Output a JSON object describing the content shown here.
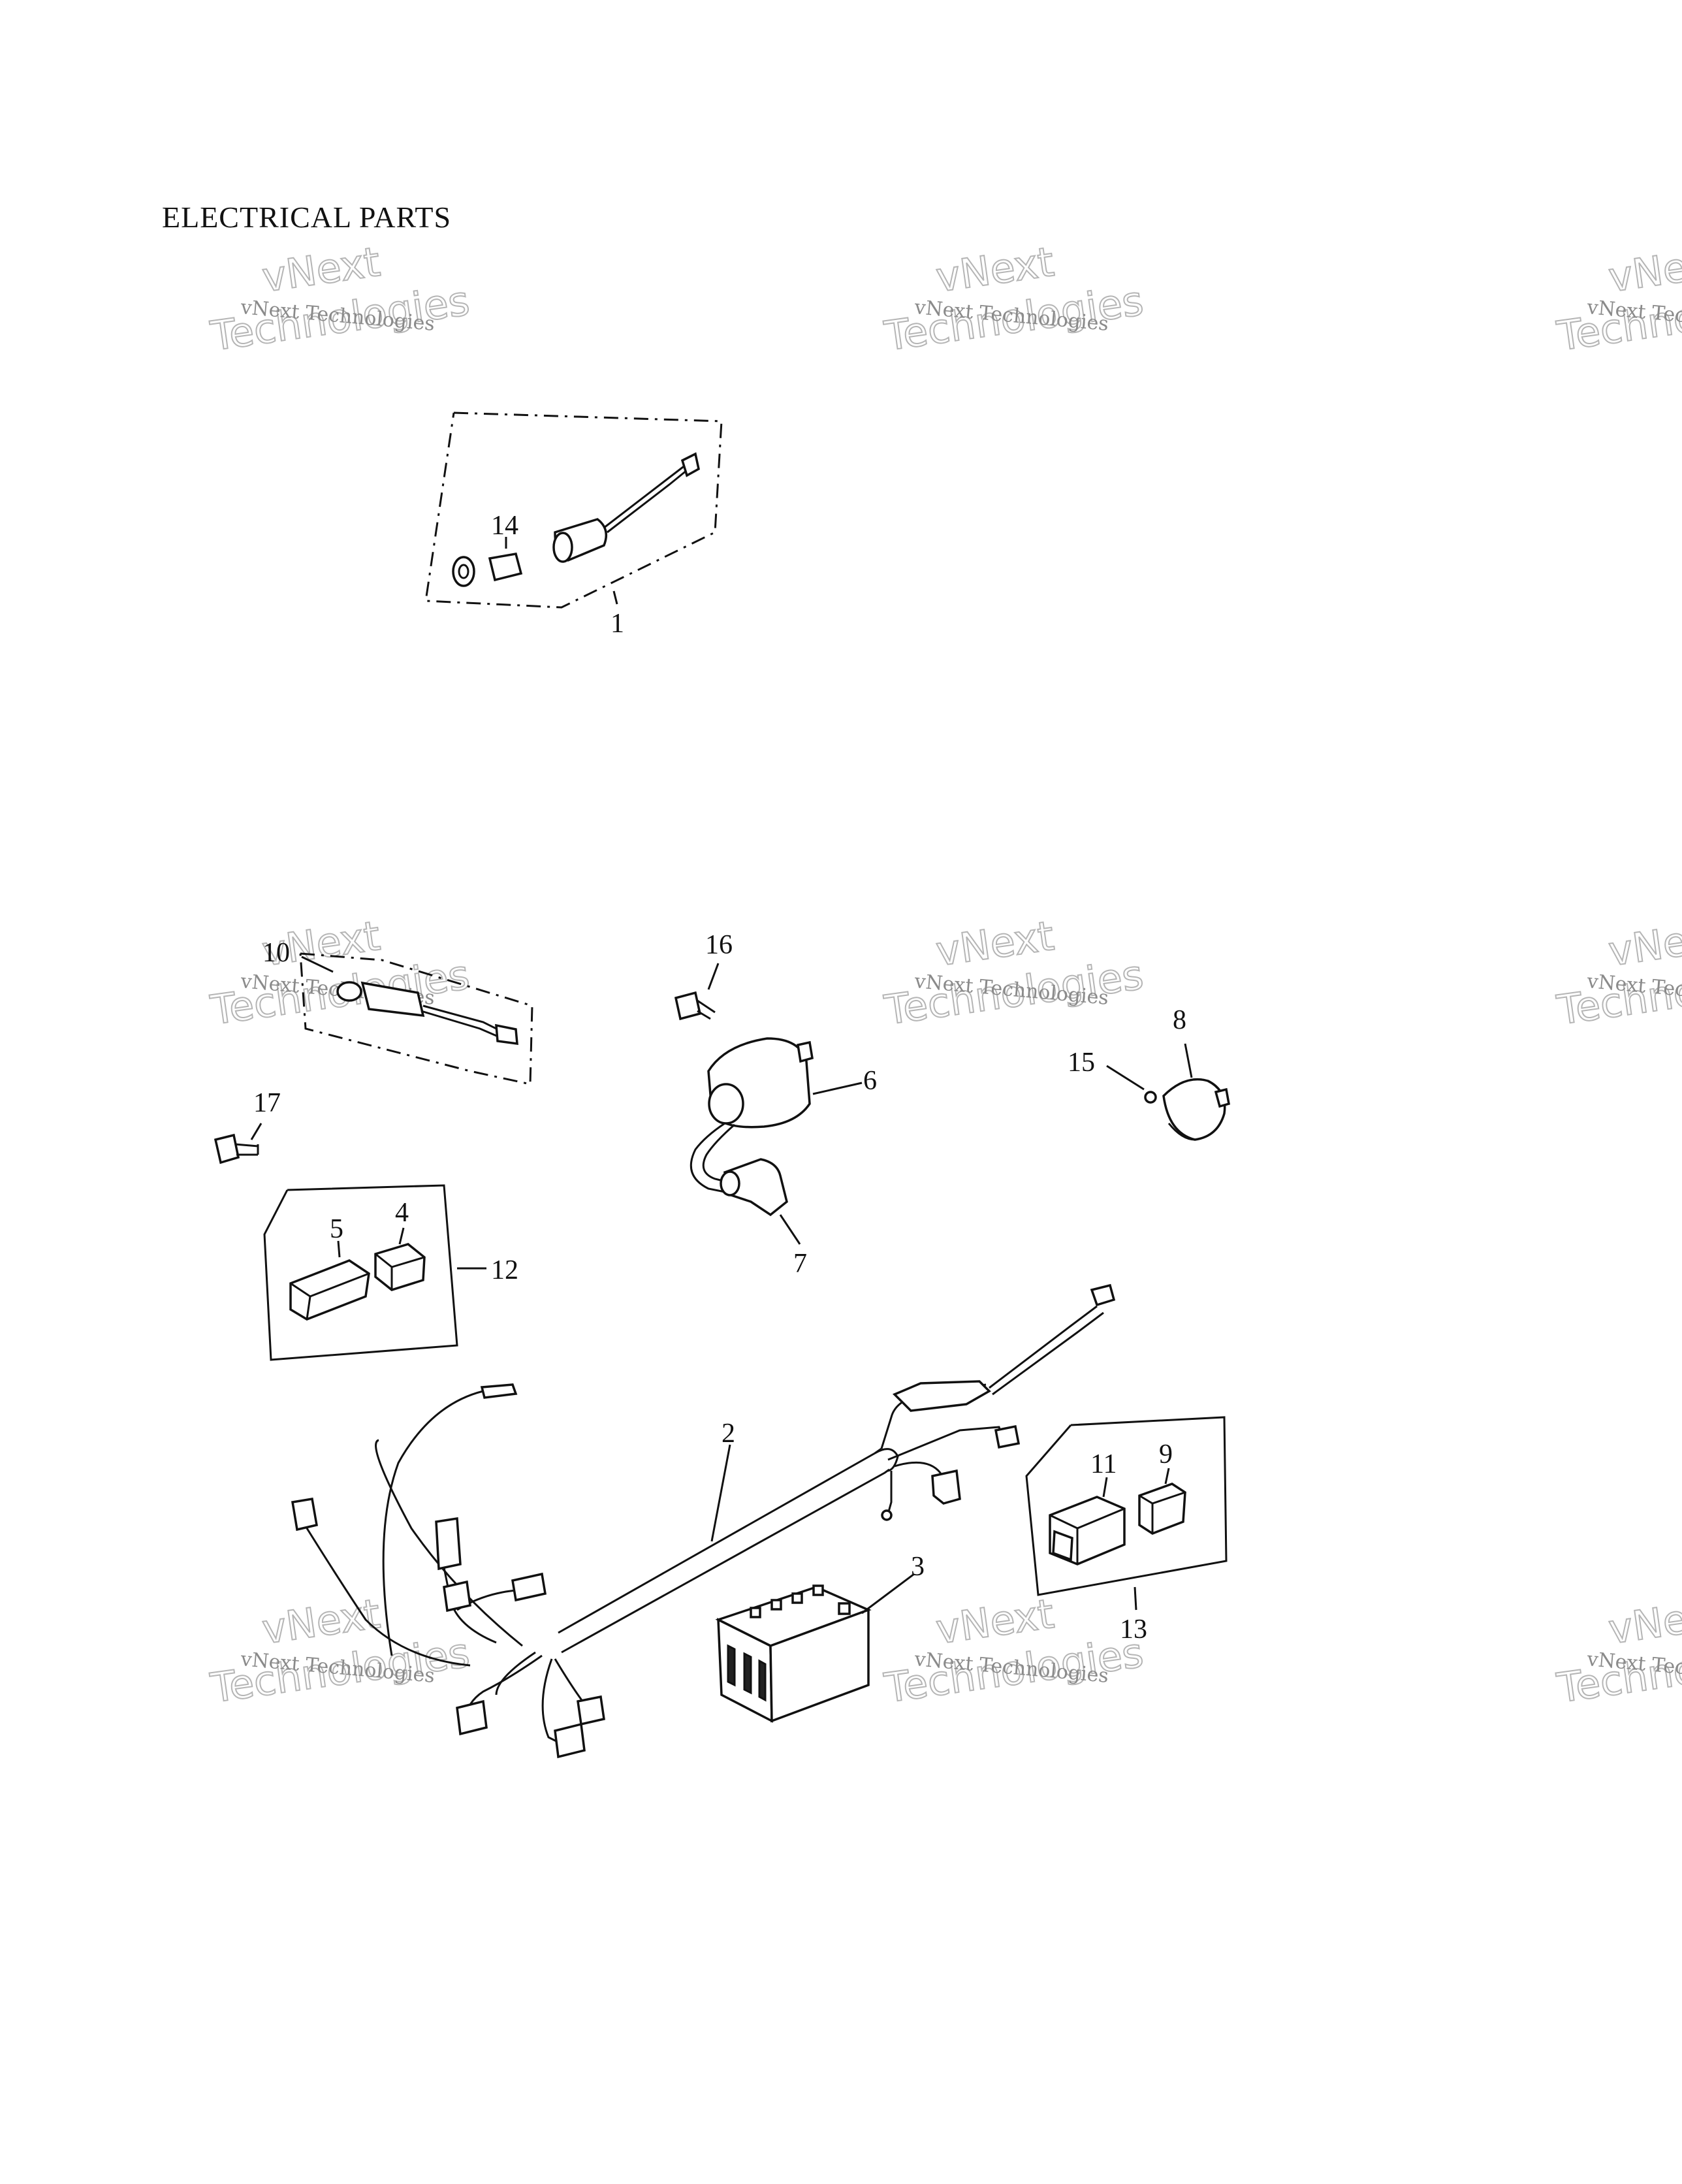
{
  "page": {
    "title": "ELECTRICAL PARTS"
  },
  "callouts": {
    "c1": "1",
    "c2": "2",
    "c3": "3",
    "c4": "4",
    "c5": "5",
    "c6": "6",
    "c7": "7",
    "c8": "8",
    "c9": "9",
    "c10": "10",
    "c11": "11",
    "c12": "12",
    "c13": "13",
    "c14": "14",
    "c15": "15",
    "c16": "16",
    "c17": "17"
  },
  "watermark": {
    "line_small": "vNext Technologies",
    "line_big_top": "vNext",
    "line_big_bottom": "Technologies"
  }
}
